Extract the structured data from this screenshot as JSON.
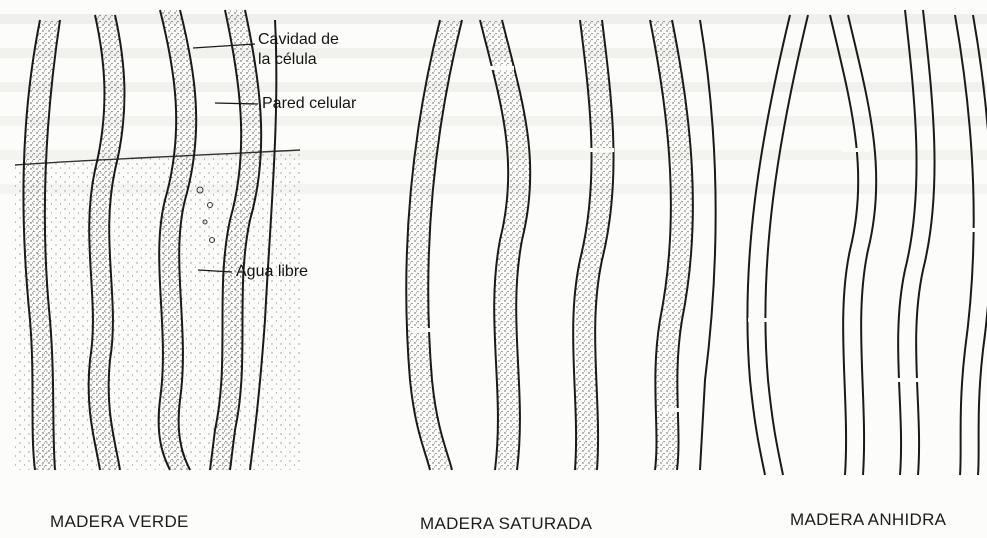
{
  "diagram": {
    "labels": {
      "cavity_line1": "Cavidad de",
      "cavity_line2": "la célula",
      "wall": "Pared celular",
      "free_water": "Agua libre"
    },
    "captions": {
      "green": "MADERA VERDE",
      "saturated": "MADERA SATURADA",
      "anhydrous": "MADERA ANHIDRA"
    },
    "colors": {
      "ink": "#1a1a1a",
      "paper": "#fcfcfa",
      "background_text": "#c9c9c6"
    }
  }
}
